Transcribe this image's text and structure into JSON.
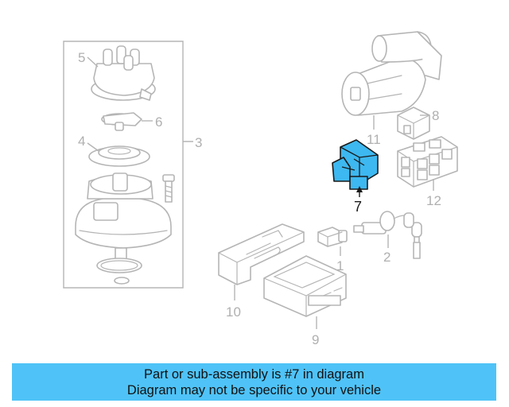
{
  "callouts": {
    "c1": "1",
    "c2": "2",
    "c3": "3",
    "c4": "4",
    "c5": "5",
    "c6": "6",
    "c7": "7",
    "c8": "8",
    "c9": "9",
    "c10": "10",
    "c11": "11",
    "c12": "12"
  },
  "highlight": {
    "part": "7",
    "color": "#3db8f0"
  },
  "banner": {
    "line1": "Part or sub-assembly is #7 in diagram",
    "line2": "Diagram may not be specific to your vehicle",
    "background": "#4fc3f7"
  }
}
